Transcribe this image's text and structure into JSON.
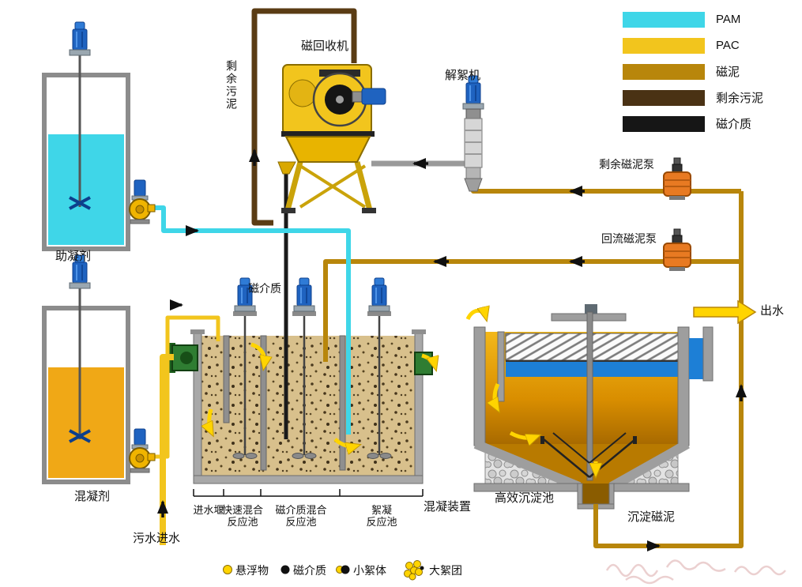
{
  "legend": {
    "items": [
      {
        "label": "PAM",
        "color": "#3fd6e8"
      },
      {
        "label": "PAC",
        "color": "#f2c51d"
      },
      {
        "label": "磁泥",
        "color": "#b8860b"
      },
      {
        "label": "剩余污泥",
        "color": "#4a3214"
      },
      {
        "label": "磁介质",
        "color": "#161616"
      }
    ]
  },
  "tanks": {
    "coagulant_aid": "助凝剂",
    "coagulant": "混凝剂"
  },
  "machines": {
    "magnetic_recovery": "磁回收机",
    "deflocculator": "解絮机"
  },
  "pumps": {
    "excess_sludge_pump": "剩余磁泥泵",
    "return_sludge_pump": "回流磁泥泵"
  },
  "pipes": {
    "excess_sludge": "剩余污泥",
    "magnetic_media": "磁介质"
  },
  "inlet": {
    "sewage": "污水进水"
  },
  "basin": {
    "device_label": "混凝装置",
    "sections": [
      {
        "line1": "进水堰",
        "line2": ""
      },
      {
        "line1": "快速混合",
        "line2": "反应池"
      },
      {
        "line1": "磁介质混合",
        "line2": "反应池"
      },
      {
        "line1": "絮凝",
        "line2": "反应池"
      }
    ]
  },
  "sedimentation": {
    "name": "高效沉淀池",
    "sludge": "沉淀磁泥",
    "effluent": "出水"
  },
  "flocs_legend": {
    "items": [
      {
        "label": "悬浮物"
      },
      {
        "label": "磁介质"
      },
      {
        "label": "小絮体"
      },
      {
        "label": "大絮团"
      }
    ]
  }
}
